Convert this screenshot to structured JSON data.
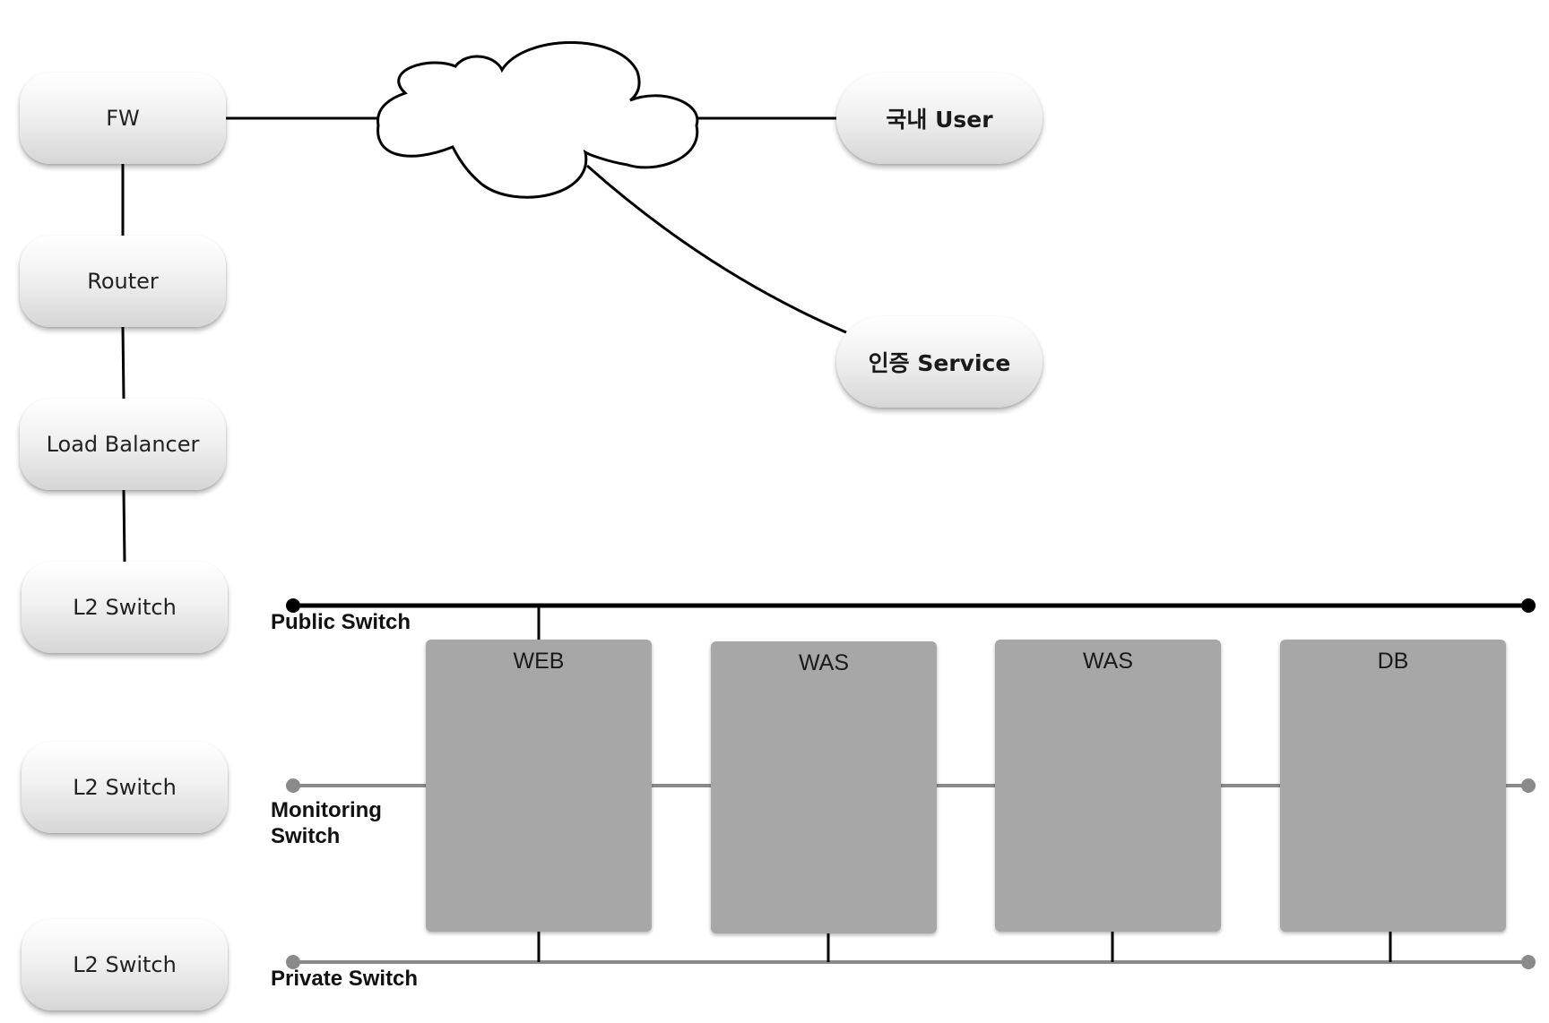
{
  "nodes": {
    "fw": "FW",
    "router": "Router",
    "load_balancer": "Load Balancer",
    "l2_switch_1": "L2 Switch",
    "l2_switch_2": "L2 Switch",
    "l2_switch_3": "L2 Switch",
    "domestic_user": "국내 User",
    "auth_service": "인증 Service"
  },
  "switches": {
    "public": "Public Switch",
    "monitoring_line1": "Monitoring",
    "monitoring_line2": "Switch",
    "private": "Private Switch"
  },
  "servers": {
    "web": "WEB",
    "was_1": "WAS",
    "was_2": "WAS",
    "db": "DB"
  },
  "colors": {
    "public_line": "#000000",
    "monitoring_line": "#8a8a8a",
    "private_line": "#8a8a8a",
    "server_fill": "#a6a7a6"
  }
}
